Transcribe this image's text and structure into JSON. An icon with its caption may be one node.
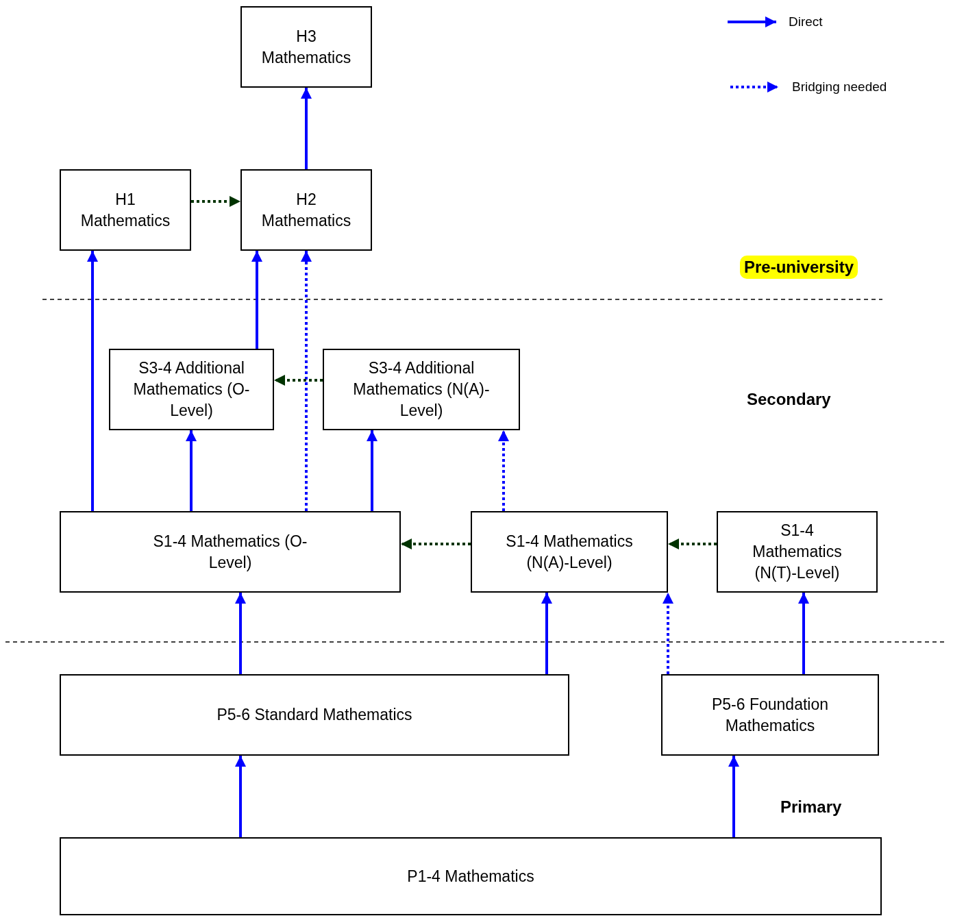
{
  "diagram": {
    "nodes": [
      {
        "text": [
          "H3 Mathematics"
        ]
      },
      {
        "text": [
          "H1 Mathematics"
        ]
      },
      {
        "text": [
          "H2 Mathematics"
        ]
      },
      {
        "text": [
          "S3-4 Additional Mathematics (O-Level)"
        ]
      },
      {
        "text": [
          "S3-4 Additional Mathematics (N(A)-Level)"
        ]
      },
      {
        "text": [
          "S1-4 Mathematics (O-Level)"
        ]
      },
      {
        "text": [
          "S1-4 Mathematics (N(A)-Level)"
        ]
      },
      {
        "text": [
          "S1-4 Mathematics (N(T)-Level)"
        ]
      },
      {
        "text": [
          "P5-6 Standard Mathematics"
        ]
      },
      {
        "text": [
          "P5-6 Foundation Mathematics"
        ]
      },
      {
        "text": [
          "P1-4 Mathematics"
        ]
      }
    ],
    "edges": [
      {
        "from": 2,
        "to": 0,
        "arrow": "to"
      },
      {
        "from": 1,
        "to": 2,
        "arrow": "to",
        "style": "dashed",
        "color": "#003300"
      },
      {
        "from": 5,
        "to": 1,
        "arrow": "to"
      },
      {
        "from": 3,
        "to": 2,
        "arrow": "to"
      },
      {
        "from": 5,
        "to": 2,
        "arrow": "to",
        "style": "dashed"
      },
      {
        "from": 4,
        "to": 3,
        "arrow": "to",
        "style": "dashed",
        "color": "#003300"
      },
      {
        "from": 5,
        "to": 3,
        "arrow": "to"
      },
      {
        "from": 5,
        "to": 4,
        "arrow": "to"
      },
      {
        "from": 6,
        "to": 4,
        "arrow": "to",
        "style": "dashed"
      },
      {
        "from": 6,
        "to": 5,
        "arrow": "to",
        "style": "dashed",
        "color": "#003300"
      },
      {
        "from": 7,
        "to": 6,
        "arrow": "to",
        "style": "dashed",
        "color": "#003300"
      },
      {
        "from": 8,
        "to": 5,
        "arrow": "to"
      },
      {
        "from": 8,
        "to": 6,
        "arrow": "to"
      },
      {
        "from": 9,
        "to": 6,
        "arrow": "to",
        "style": "dashed"
      },
      {
        "from": 9,
        "to": 7,
        "arrow": "to"
      },
      {
        "from": 10,
        "to": 8,
        "arrow": "to"
      },
      {
        "from": 10,
        "to": 9,
        "arrow": "to"
      }
    ],
    "labels": [
      "Pre-university",
      "Secondary",
      "Primary"
    ],
    "legend": [
      {
        "text": "Direct"
      },
      {
        "text": "Bridging needed"
      }
    ]
  }
}
